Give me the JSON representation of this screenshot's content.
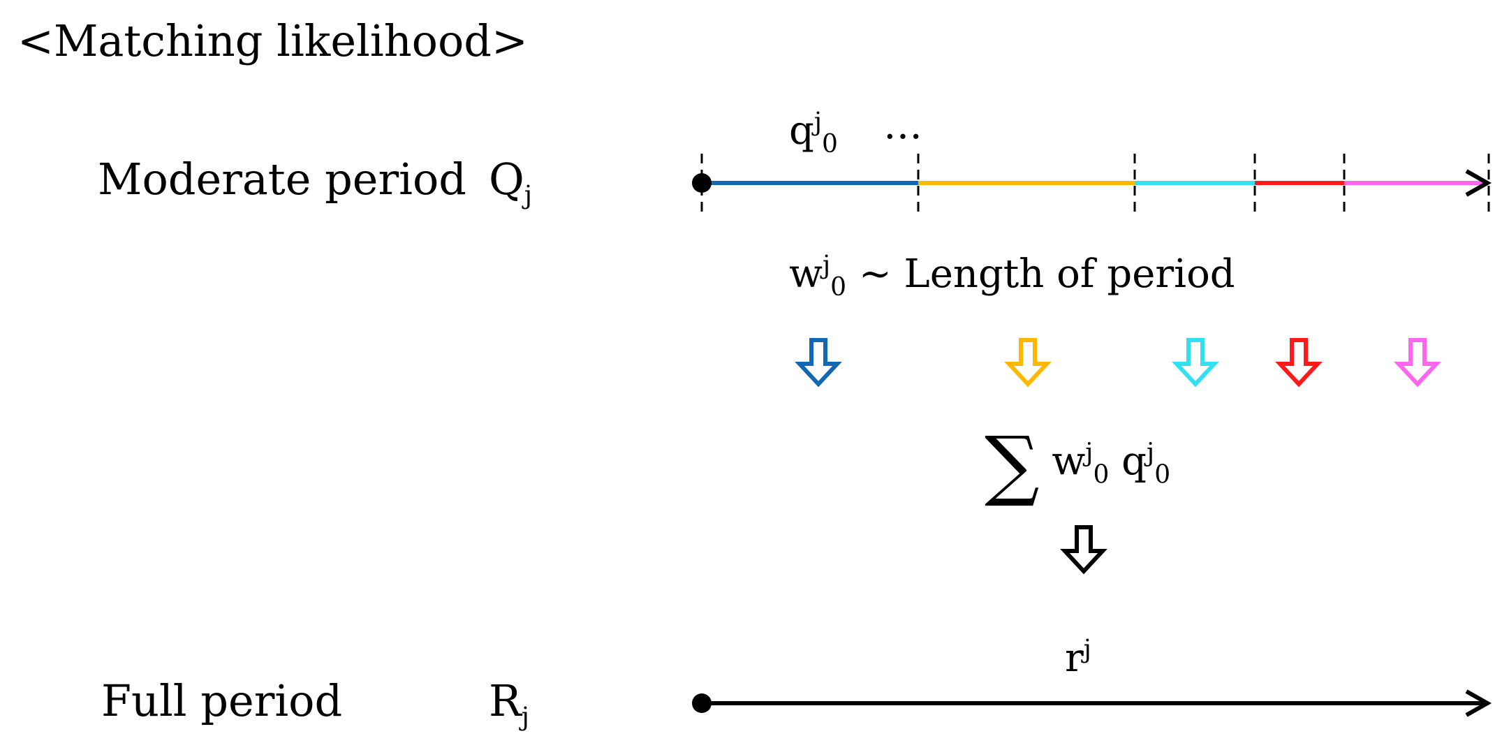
{
  "title": "<Matching likelihood>",
  "moderate": {
    "label": "Moderate period",
    "symbol_base": "Q",
    "symbol_sub": "j"
  },
  "full": {
    "label": "Full period",
    "symbol_base": "R",
    "symbol_sub": "j"
  },
  "annotations": {
    "q_base": "q",
    "q_sub": "0",
    "q_sup": "j",
    "ellipsis": "…",
    "w_base": "w",
    "w_sub": "0",
    "w_sup": "j",
    "w_text": "~ Length of period",
    "sigma": "∑",
    "sum_w_base": "w",
    "sum_w_sub": "0",
    "sum_w_sup": "j",
    "sum_q_base": "q",
    "sum_q_sub": "0",
    "sum_q_sup": "j",
    "r_base": "r",
    "r_sup": "j"
  },
  "segment_colors": [
    "#1268b3",
    "#ffb800",
    "#33e0f0",
    "#ff1a1a",
    "#ff66ee"
  ],
  "arrow_colors": [
    "#1268b3",
    "#ffb800",
    "#33e0f0",
    "#ff1a1a",
    "#ff66ee",
    "#000000"
  ]
}
